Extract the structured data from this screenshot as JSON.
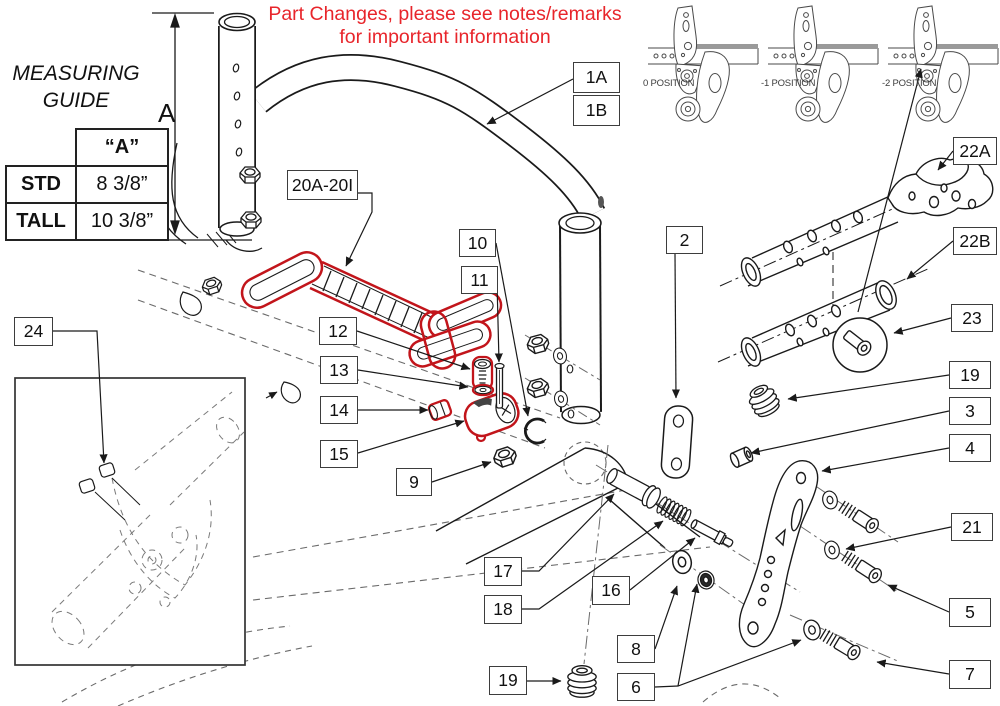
{
  "notice": {
    "line1": "Part Changes, please see notes/remarks",
    "line2": "for important information"
  },
  "measuring_guide": {
    "title_line1": "MEASURING",
    "title_line2": "GUIDE",
    "column_header": "“A”",
    "rows": [
      {
        "label": "STD",
        "value": "8 3/8”"
      },
      {
        "label": "TALL",
        "value": "10 3/8”"
      }
    ]
  },
  "dimension_label": "A",
  "positions": {
    "p0": "0 POSITION",
    "p1": "-1 POSITION",
    "p2": "-2 POSITION"
  },
  "callouts": {
    "n1a": "1A",
    "n1b": "1B",
    "n2": "2",
    "n3": "3",
    "n4": "4",
    "n5": "5",
    "n6": "6",
    "n7": "7",
    "n8": "8",
    "n9": "9",
    "n10": "10",
    "n11": "11",
    "n12": "12",
    "n13": "13",
    "n14": "14",
    "n15": "15",
    "n16": "16",
    "n17": "17",
    "n18": "18",
    "n19r": "19",
    "n19b": "19",
    "n20": "20A-20I",
    "n21": "21",
    "n22a": "22A",
    "n22b": "22B",
    "n23": "23",
    "n24": "24"
  },
  "colors": {
    "notice_red": "#e8252b",
    "highlight_red": "#c2151b",
    "line_black": "#1a1a1a",
    "dash_gray": "#6a6a6a"
  }
}
